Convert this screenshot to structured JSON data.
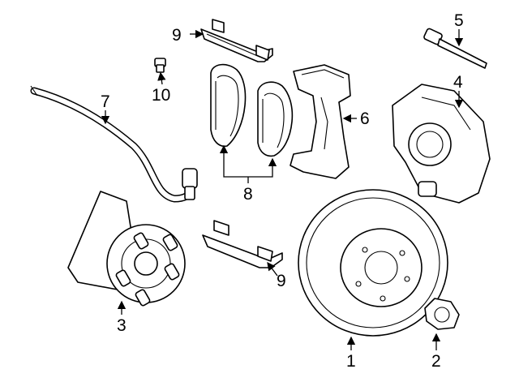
{
  "callouts": {
    "c1": "1",
    "c2": "2",
    "c3": "3",
    "c4": "4",
    "c5": "5",
    "c6": "6",
    "c7": "7",
    "c8": "8",
    "c9_top": "9",
    "c9_bottom": "9",
    "c10": "10"
  },
  "colors": {
    "line": "#000000",
    "fill": "#ffffff"
  }
}
